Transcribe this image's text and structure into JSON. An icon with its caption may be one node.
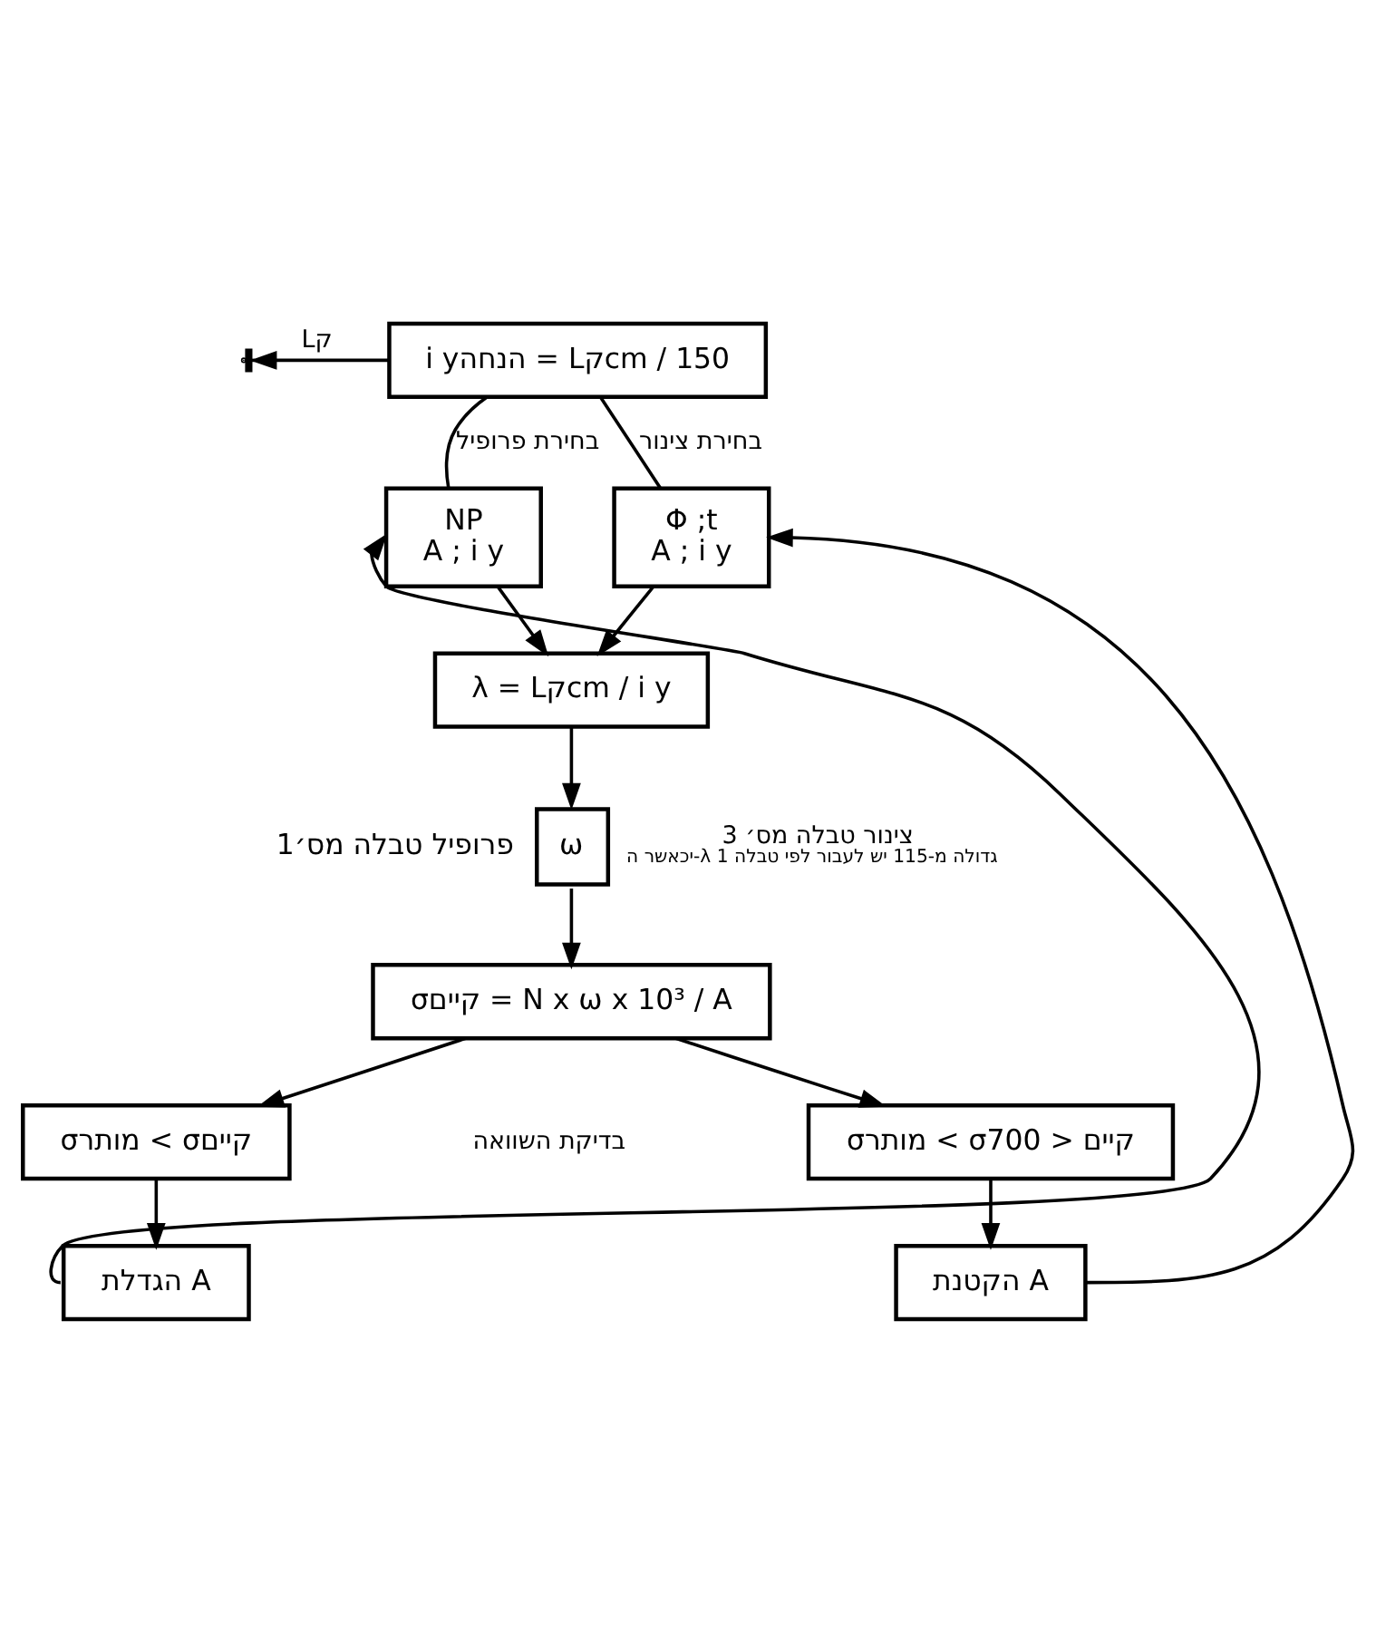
{
  "diagram": {
    "nodes": [
      {
        "text": [
          "i yהנחה = Lקcm / 150"
        ]
      },
      {
        "text": [
          "NP",
          "A ; i y"
        ]
      },
      {
        "text": [
          "Φ ;t",
          "A ; i y"
        ]
      },
      {
        "text": [
          "λ = Lקcm / i y"
        ]
      },
      {
        "text": [
          "ω"
        ],
        "beside": [
          "פרופיל טבלה מס׳1",
          "צינור טבלה מס׳ 3",
          "יכאשר ה-λ גדולה מ-115 יש לעבור לפי טבלה 1"
        ]
      },
      {
        "text": [
          "σקיים = N x ω x 10³ / A"
        ]
      },
      {
        "text": [
          "σמותר < σקיים"
        ]
      },
      {
        "text": [
          "σמותר < σקיים < 700"
        ]
      },
      {
        "text": [
          "הגדלת A"
        ]
      },
      {
        "text": [
          "הקטנת A"
        ]
      }
    ],
    "edges": [
      {
        "from": 0,
        "to": null,
        "arrow": "to",
        "label": "Lק"
      },
      {
        "from": 0,
        "to": 1,
        "arrow": "none",
        "label": "בחירת פרופיל"
      },
      {
        "from": 0,
        "to": 2,
        "arrow": "none",
        "label": "בחירת צינור"
      },
      {
        "from": 1,
        "to": 3,
        "arrow": "to"
      },
      {
        "from": 2,
        "to": 3,
        "arrow": "to"
      },
      {
        "from": 3,
        "to": 4,
        "arrow": "to"
      },
      {
        "from": 4,
        "to": 5,
        "arrow": "to"
      },
      {
        "from": 5,
        "to": 6,
        "arrow": "to"
      },
      {
        "from": 5,
        "to": 7,
        "arrow": "to"
      },
      {
        "from": 6,
        "to": 8,
        "arrow": "to"
      },
      {
        "from": 7,
        "to": 9,
        "arrow": "to"
      },
      {
        "from": 8,
        "to": 1,
        "arrow": "to"
      },
      {
        "from": 9,
        "to": 2,
        "arrow": "to"
      }
    ],
    "labels": [
      "בדיקת השוואה"
    ]
  }
}
